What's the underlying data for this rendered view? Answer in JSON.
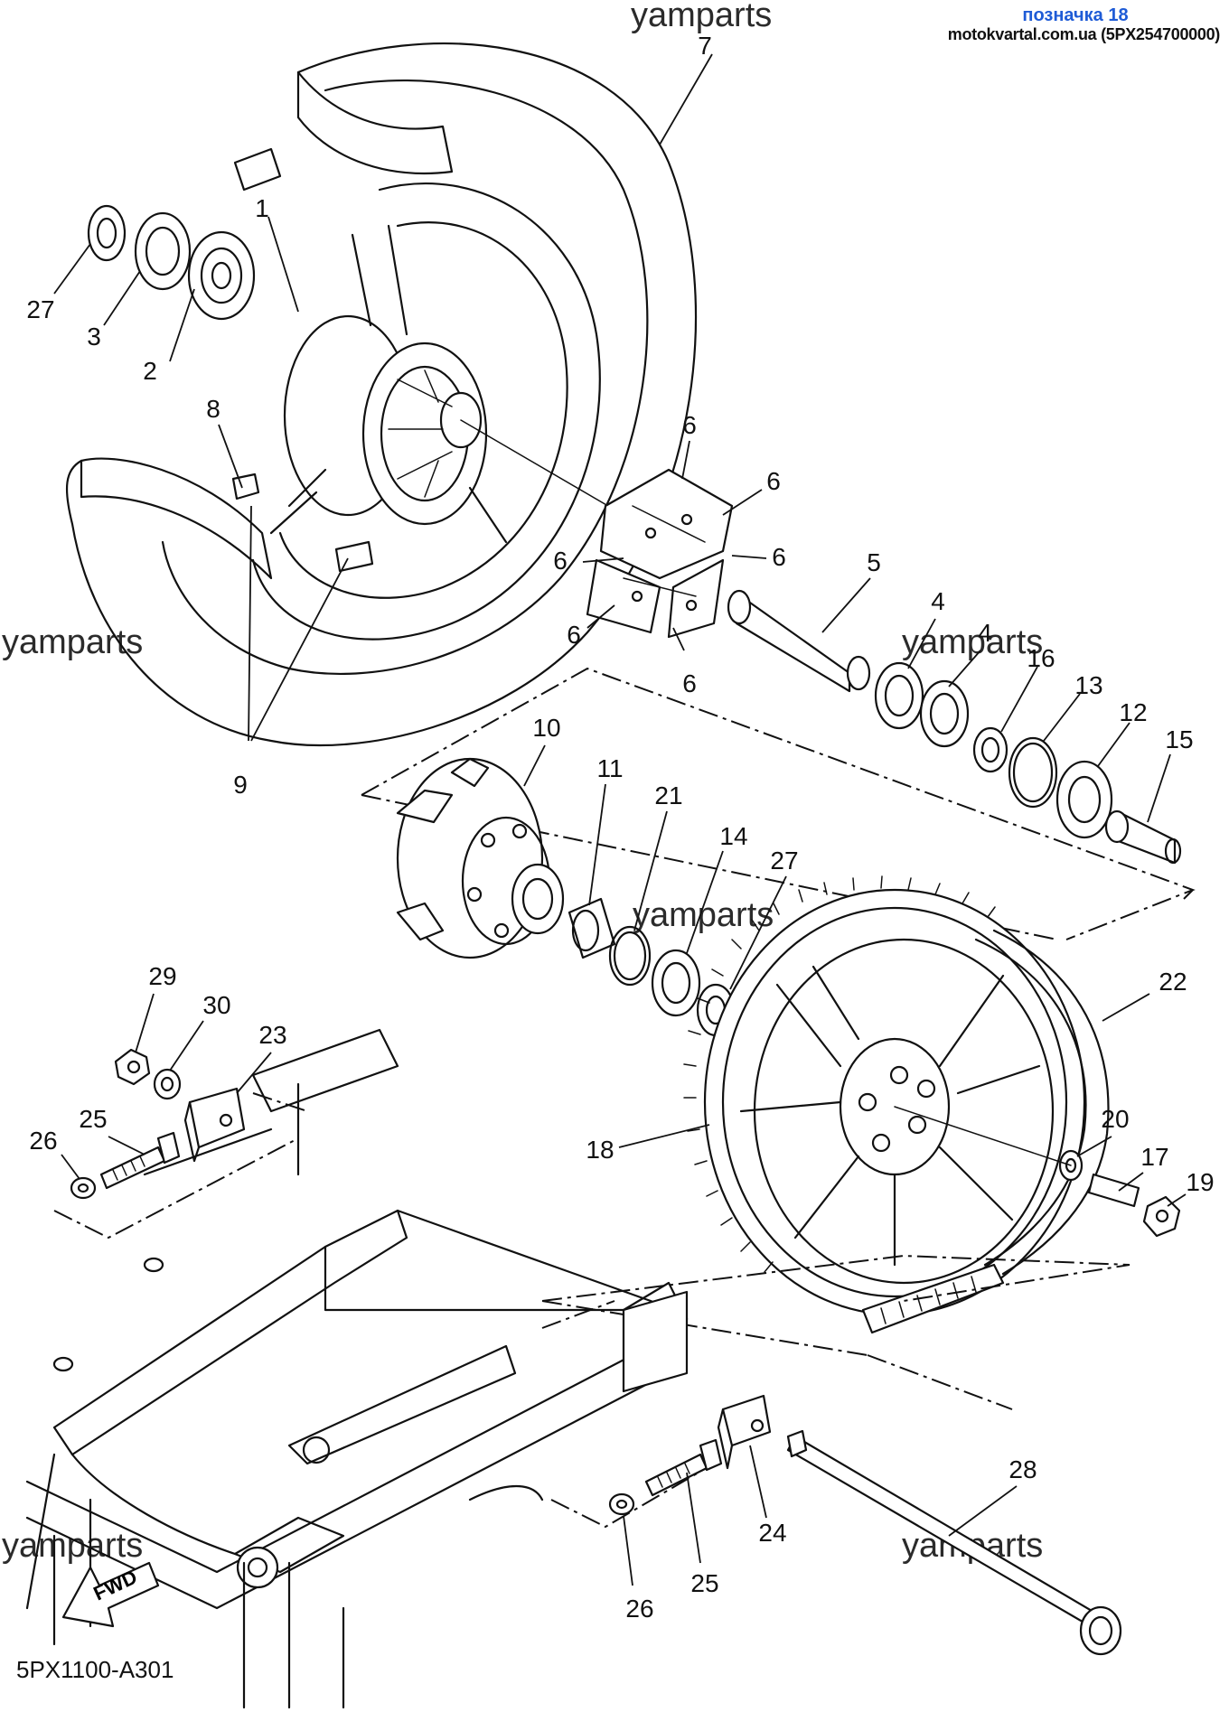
{
  "header": {
    "title": "позначка 18",
    "subtitle": "motokvartal.com.ua (5PX254700000)"
  },
  "watermarks": [
    "yamparts",
    "yamparts",
    "yamparts",
    "yamparts",
    "yamparts",
    "yamparts"
  ],
  "diagram_code": "5PX1100-A301",
  "fwd_label": "FWD",
  "callouts": [
    {
      "id": "c-7",
      "label": "7"
    },
    {
      "id": "c-1",
      "label": "1"
    },
    {
      "id": "c-27a",
      "label": "27"
    },
    {
      "id": "c-3",
      "label": "3"
    },
    {
      "id": "c-2",
      "label": "2"
    },
    {
      "id": "c-8",
      "label": "8"
    },
    {
      "id": "c-9",
      "label": "9"
    },
    {
      "id": "c-6a",
      "label": "6"
    },
    {
      "id": "c-6b",
      "label": "6"
    },
    {
      "id": "c-6c",
      "label": "6"
    },
    {
      "id": "c-6d",
      "label": "6"
    },
    {
      "id": "c-6e",
      "label": "6"
    },
    {
      "id": "c-6f",
      "label": "6"
    },
    {
      "id": "c-5",
      "label": "5"
    },
    {
      "id": "c-4a",
      "label": "4"
    },
    {
      "id": "c-4b",
      "label": "4"
    },
    {
      "id": "c-16",
      "label": "16"
    },
    {
      "id": "c-13",
      "label": "13"
    },
    {
      "id": "c-12",
      "label": "12"
    },
    {
      "id": "c-15",
      "label": "15"
    },
    {
      "id": "c-10",
      "label": "10"
    },
    {
      "id": "c-11",
      "label": "11"
    },
    {
      "id": "c-21",
      "label": "21"
    },
    {
      "id": "c-14",
      "label": "14"
    },
    {
      "id": "c-27b",
      "label": "27"
    },
    {
      "id": "c-22",
      "label": "22"
    },
    {
      "id": "c-29",
      "label": "29"
    },
    {
      "id": "c-30",
      "label": "30"
    },
    {
      "id": "c-23",
      "label": "23"
    },
    {
      "id": "c-25a",
      "label": "25"
    },
    {
      "id": "c-26a",
      "label": "26"
    },
    {
      "id": "c-18",
      "label": "18"
    },
    {
      "id": "c-20",
      "label": "20"
    },
    {
      "id": "c-17",
      "label": "17"
    },
    {
      "id": "c-19",
      "label": "19"
    },
    {
      "id": "c-28",
      "label": "28"
    },
    {
      "id": "c-24",
      "label": "24"
    },
    {
      "id": "c-25b",
      "label": "25"
    },
    {
      "id": "c-26b",
      "label": "26"
    }
  ]
}
